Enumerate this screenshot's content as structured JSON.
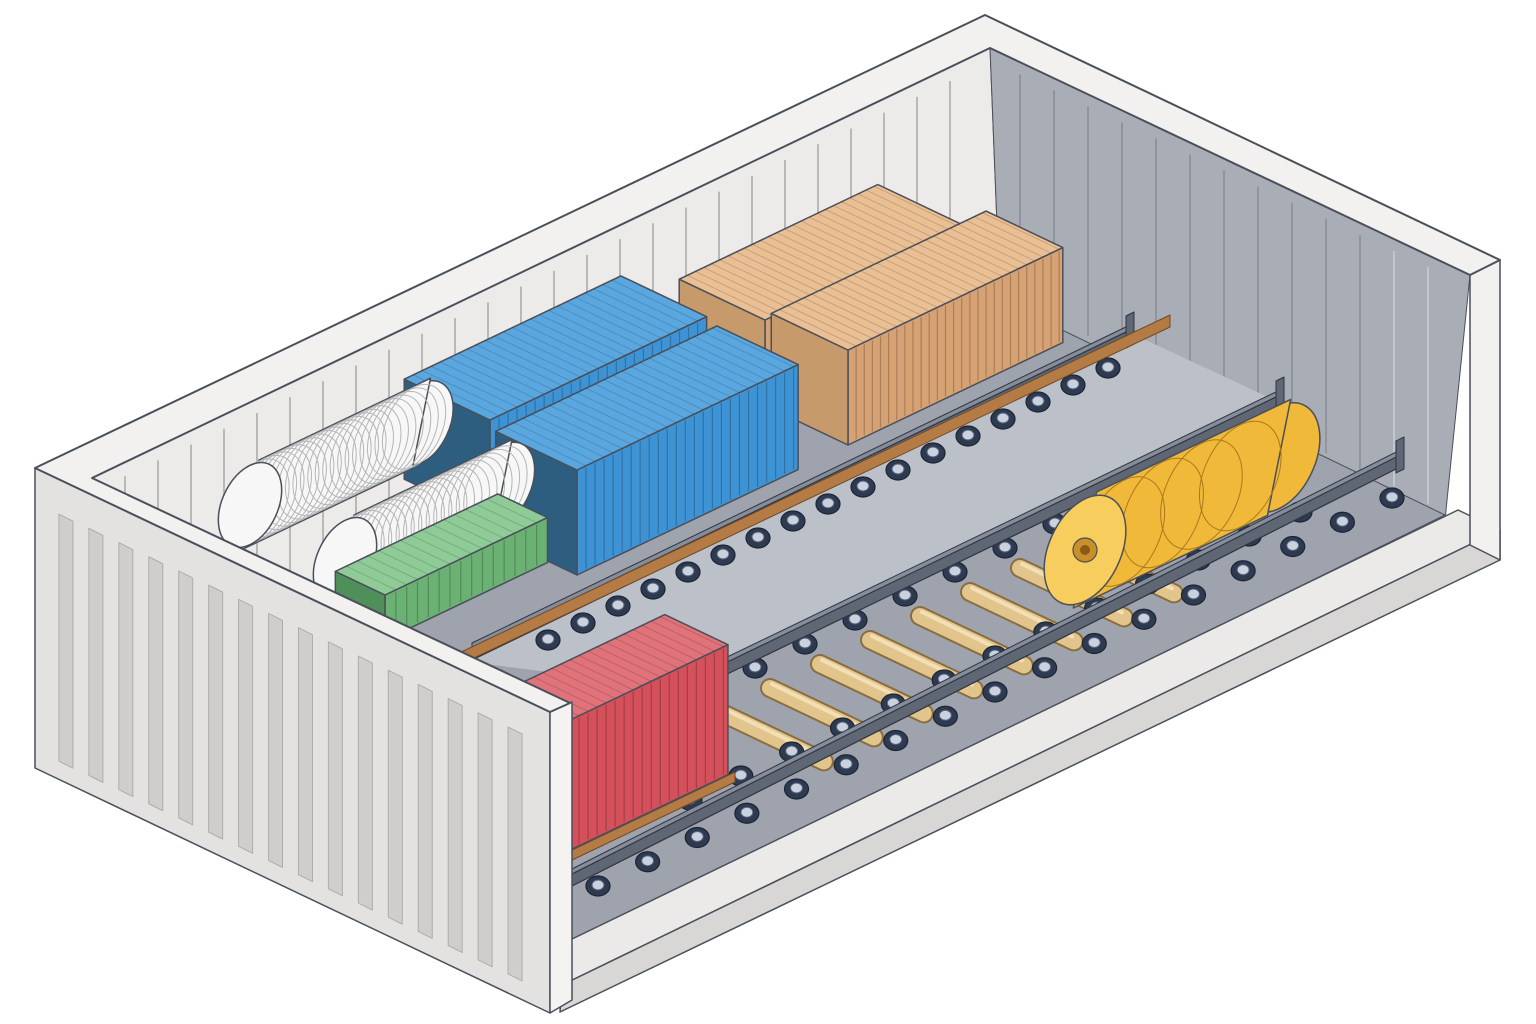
{
  "palette": {
    "background": "#ffffff",
    "rim": "#f2f1ef",
    "wall_outer": "#e3e2e0",
    "wall_rib": "#cfcecc",
    "back_wall_inner": "#ecebea",
    "side_wall_inner": "#a9adb6",
    "floor": "#9ea3ad",
    "floor_strip": "#bcc0c8",
    "outline": "#4a4f5a",
    "rail": "#5f6674",
    "rail_top": "#858c9a",
    "wheel": "#2d3a50",
    "wheel_hub": "#c9d2de",
    "roller": "#e2c58c",
    "pallet": "#b47b45"
  },
  "cargo": [
    {
      "kind": "cylinder",
      "color": "#f7f7f7",
      "stroke": "#9a9a9a"
    },
    {
      "kind": "cylinder",
      "color": "#f7f7f7",
      "stroke": "#9a9a9a"
    },
    {
      "kind": "box",
      "color": "#6bb174",
      "top": "#8fcb96",
      "end": "#4f8f5a"
    },
    {
      "kind": "container",
      "color": "#3d93d4",
      "top": "#5aa7e0",
      "end": "#2d5e80"
    },
    {
      "kind": "container",
      "color": "#3d93d4",
      "top": "#5aa7e0",
      "end": "#2d5e80"
    },
    {
      "kind": "crate",
      "color": "#d7a273",
      "top": "#e9bf93",
      "end": "#c79a6c"
    },
    {
      "kind": "crate",
      "color": "#d7a273",
      "top": "#e9bf93",
      "end": "#c79a6c"
    },
    {
      "kind": "box",
      "color": "#d4505a",
      "top": "#e0727a",
      "end": "#b33c46"
    },
    {
      "kind": "roll",
      "color": "#f0b93a",
      "top": "#f7cd5e",
      "end": "#e7a92c"
    }
  ]
}
